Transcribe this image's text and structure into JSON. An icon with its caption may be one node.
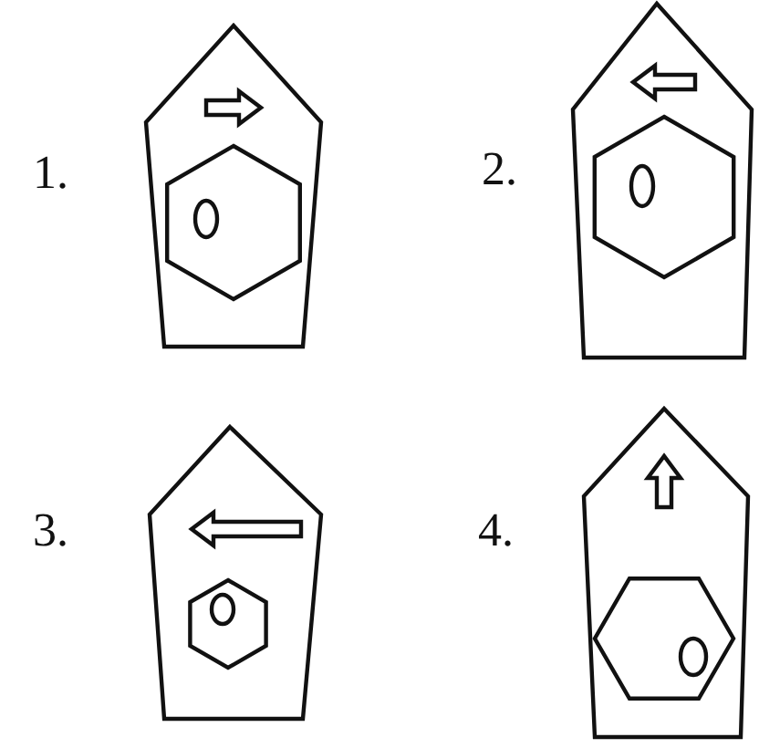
{
  "diagram": {
    "labels": [
      "1.",
      "2.",
      "3.",
      "4."
    ]
  }
}
